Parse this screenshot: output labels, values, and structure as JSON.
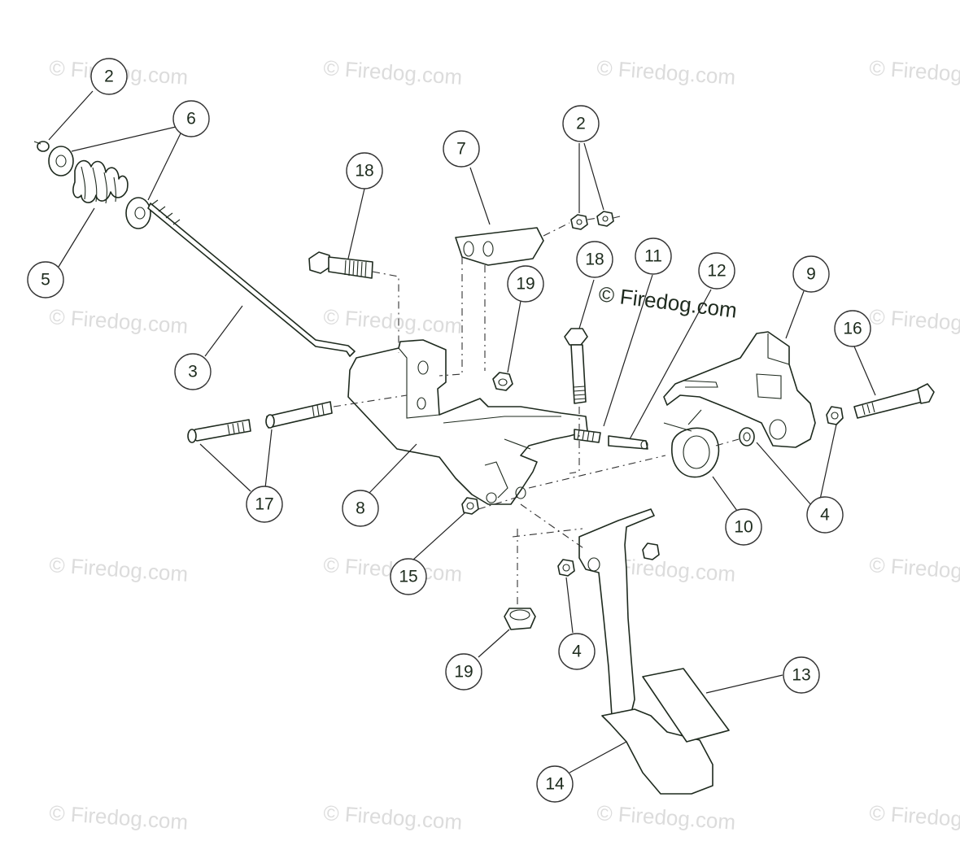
{
  "watermark": {
    "text": "© Firedog.com"
  },
  "copyright": "© Firedog.com",
  "callouts": [
    {
      "id": "c2a",
      "label": "2"
    },
    {
      "id": "c6",
      "label": "6"
    },
    {
      "id": "c5",
      "label": "5"
    },
    {
      "id": "c3",
      "label": "3"
    },
    {
      "id": "c18a",
      "label": "18"
    },
    {
      "id": "c7",
      "label": "7"
    },
    {
      "id": "c2b",
      "label": "2"
    },
    {
      "id": "c18b",
      "label": "18"
    },
    {
      "id": "c11",
      "label": "11"
    },
    {
      "id": "c12",
      "label": "12"
    },
    {
      "id": "c19a",
      "label": "19"
    },
    {
      "id": "c9",
      "label": "9"
    },
    {
      "id": "c16",
      "label": "16"
    },
    {
      "id": "c17",
      "label": "17"
    },
    {
      "id": "c8",
      "label": "8"
    },
    {
      "id": "c10",
      "label": "10"
    },
    {
      "id": "c4a",
      "label": "4"
    },
    {
      "id": "c15",
      "label": "15"
    },
    {
      "id": "c4b",
      "label": "4"
    },
    {
      "id": "c19b",
      "label": "19"
    },
    {
      "id": "c13",
      "label": "13"
    },
    {
      "id": "c14",
      "label": "14"
    }
  ]
}
